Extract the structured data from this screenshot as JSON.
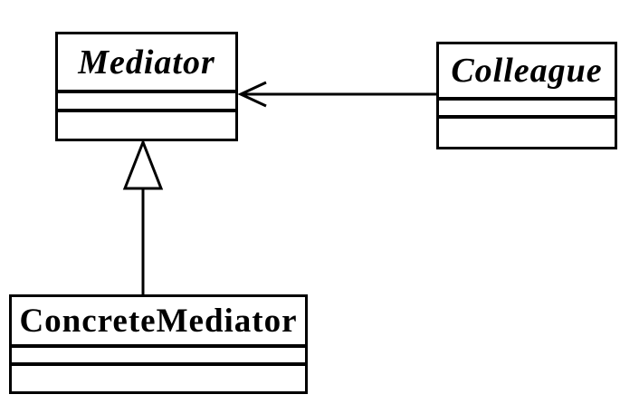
{
  "diagram_type": "uml-class-diagram",
  "colors": {
    "line": "#000000",
    "fill": "#ffffff",
    "background": "#ffffff"
  },
  "classes": {
    "mediator": {
      "name": "Mediator",
      "abstract": true,
      "attributes": [],
      "operations": []
    },
    "colleague": {
      "name": "Colleague",
      "abstract": true,
      "attributes": [],
      "operations": []
    },
    "concreteMediator": {
      "name": "ConcreteMediator",
      "abstract": false,
      "attributes": [],
      "operations": []
    }
  },
  "relationships": [
    {
      "type": "association",
      "from": "Colleague",
      "to": "Mediator",
      "arrowhead": "open"
    },
    {
      "type": "generalization",
      "from": "ConcreteMediator",
      "to": "Mediator",
      "arrowhead": "hollow-triangle"
    }
  ]
}
